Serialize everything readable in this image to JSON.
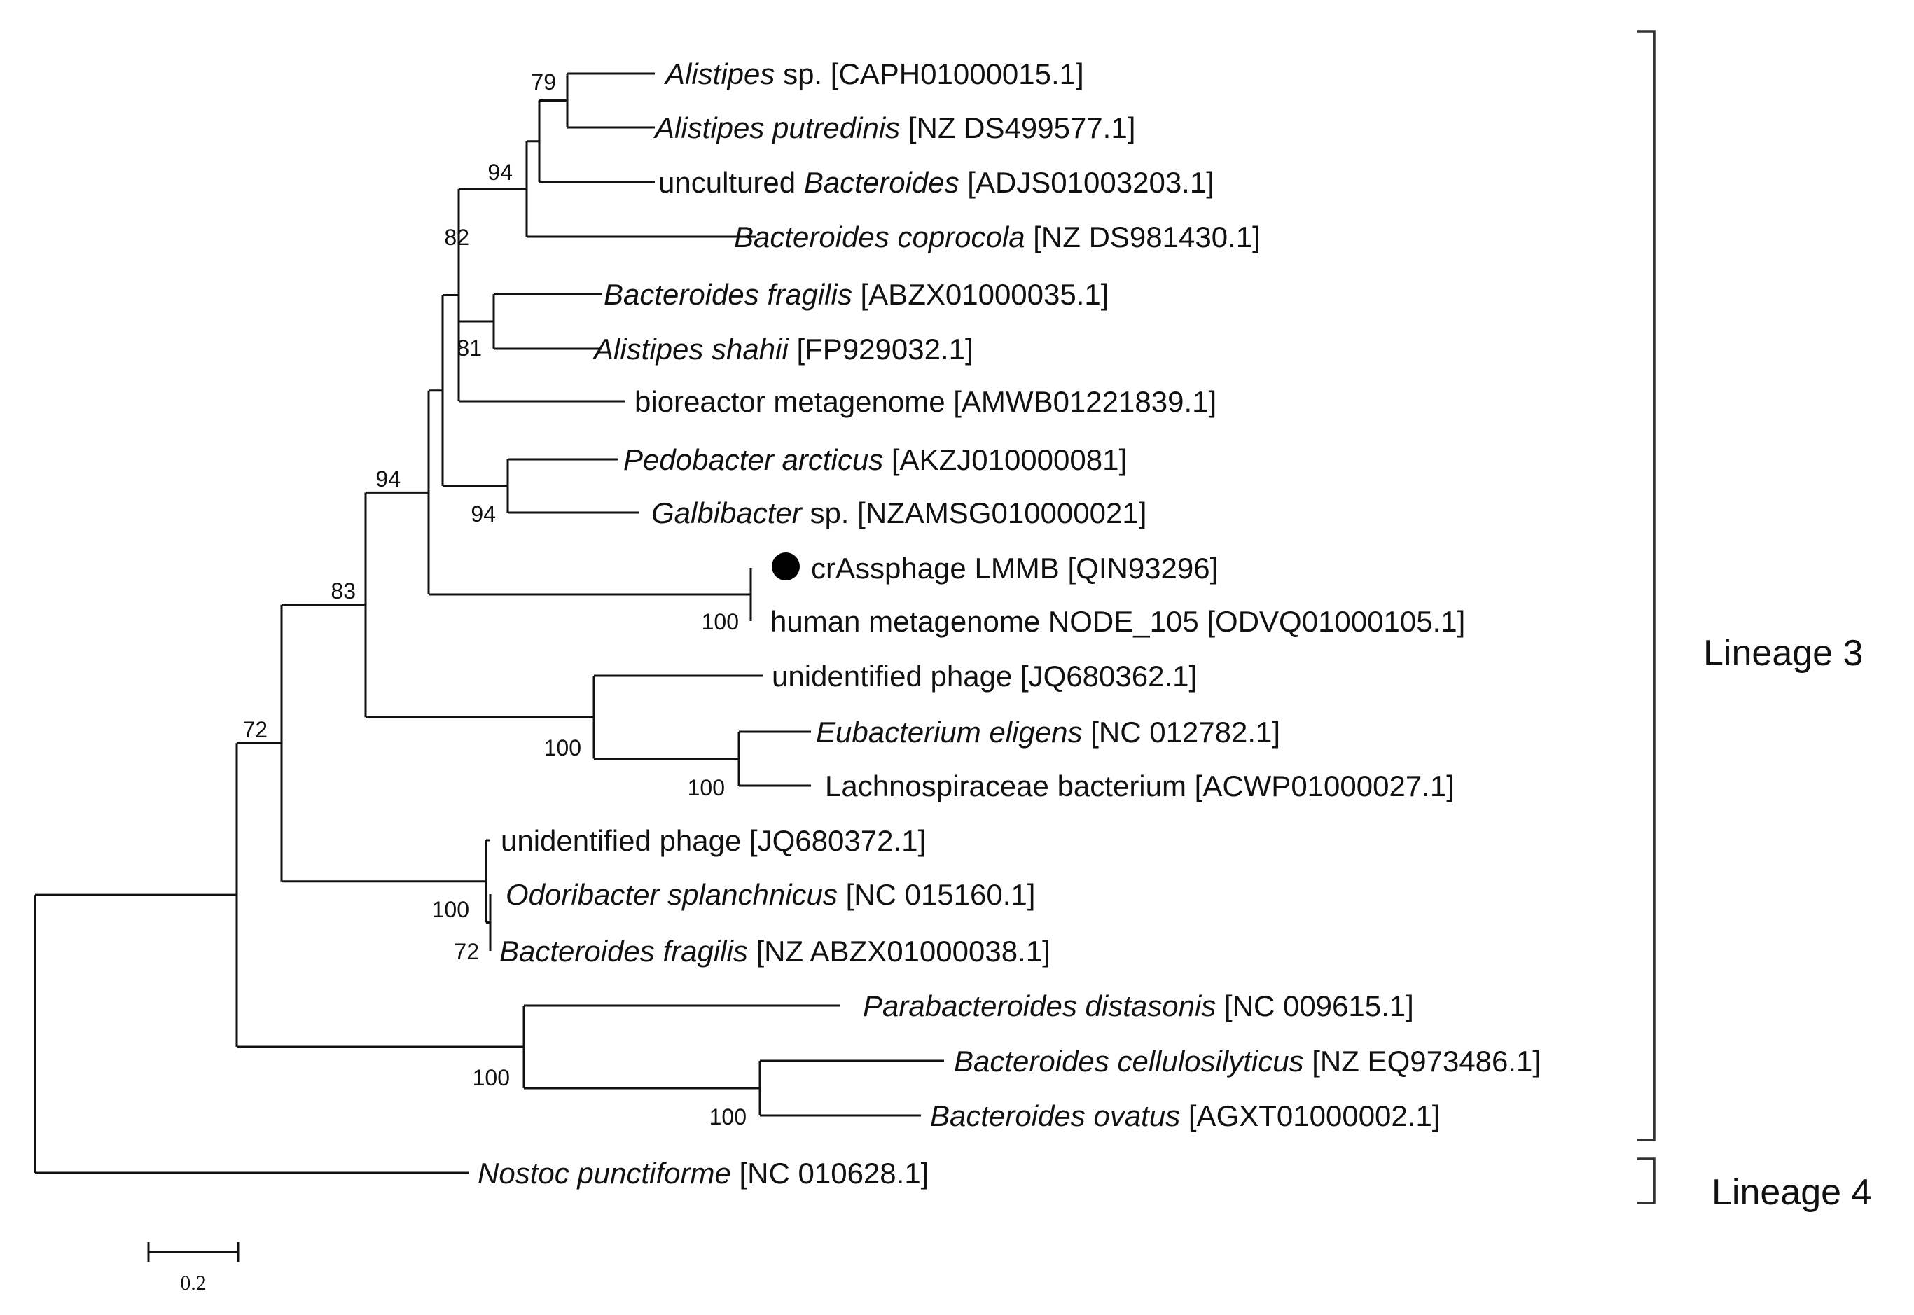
{
  "tree": {
    "leaves": [
      {
        "id": "L0",
        "parts": [
          {
            "t": "Alistipes",
            "i": true
          },
          {
            "t": " sp. [CAPH01000015.1]",
            "i": false
          }
        ]
      },
      {
        "id": "L1",
        "parts": [
          {
            "t": "Alistipes putredinis",
            "i": true
          },
          {
            "t": " [NZ DS499577.1]",
            "i": false
          }
        ]
      },
      {
        "id": "L2",
        "parts": [
          {
            "t": "uncultured ",
            "i": false
          },
          {
            "t": "Bacteroides",
            "i": true
          },
          {
            "t": " [ADJS01003203.1]",
            "i": false
          }
        ]
      },
      {
        "id": "L3",
        "parts": [
          {
            "t": "Bacteroides coprocola",
            "i": true
          },
          {
            "t": " [NZ DS981430.1]",
            "i": false
          }
        ]
      },
      {
        "id": "L4",
        "parts": [
          {
            "t": "Bacteroides fragilis",
            "i": true
          },
          {
            "t": " [ABZX01000035.1]",
            "i": false
          }
        ]
      },
      {
        "id": "L5",
        "parts": [
          {
            "t": "Alistipes shahii",
            "i": true
          },
          {
            "t": " [FP929032.1]",
            "i": false
          }
        ]
      },
      {
        "id": "L6",
        "parts": [
          {
            "t": "bioreactor metagenome [AMWB01221839.1]",
            "i": false
          }
        ]
      },
      {
        "id": "L7",
        "parts": [
          {
            "t": "Pedobacter arcticus",
            "i": true
          },
          {
            "t": " [AKZJ010000081]",
            "i": false
          }
        ]
      },
      {
        "id": "L8",
        "parts": [
          {
            "t": "Galbibacter",
            "i": true
          },
          {
            "t": " sp. [NZAMSG010000021]",
            "i": false
          }
        ]
      },
      {
        "id": "L9",
        "marker": true,
        "parts": [
          {
            "t": "crAssphage LMMB [QIN93296]",
            "i": false
          }
        ]
      },
      {
        "id": "L10",
        "parts": [
          {
            "t": "human metagenome NODE_105 [ODVQ01000105.1]",
            "i": false
          }
        ]
      },
      {
        "id": "L11",
        "parts": [
          {
            "t": "unidentified phage [JQ680362.1]",
            "i": false
          }
        ]
      },
      {
        "id": "L12",
        "parts": [
          {
            "t": "Eubacterium eligens",
            "i": true
          },
          {
            "t": " [NC 012782.1]",
            "i": false
          }
        ]
      },
      {
        "id": "L13",
        "parts": [
          {
            "t": "Lachnospiraceae bacterium [ACWP01000027.1]",
            "i": false
          }
        ]
      },
      {
        "id": "L14",
        "parts": [
          {
            "t": "unidentified phage [JQ680372.1]",
            "i": false
          }
        ]
      },
      {
        "id": "L15",
        "parts": [
          {
            "t": "Odoribacter splanchnicus",
            "i": true
          },
          {
            "t": " [NC 015160.1]",
            "i": false
          }
        ]
      },
      {
        "id": "L16",
        "parts": [
          {
            "t": "Bacteroides fragilis",
            "i": true
          },
          {
            "t": " [NZ ABZX01000038.1]",
            "i": false
          }
        ]
      },
      {
        "id": "L17",
        "parts": [
          {
            "t": "Parabacteroides distasonis",
            "i": true
          },
          {
            "t": " [NC 009615.1]",
            "i": false
          }
        ]
      },
      {
        "id": "L18",
        "parts": [
          {
            "t": "Bacteroides cellulosilyticus",
            "i": true
          },
          {
            "t": " [NZ EQ973486.1]",
            "i": false
          }
        ]
      },
      {
        "id": "L19",
        "parts": [
          {
            "t": "Bacteroides ovatus",
            "i": true
          },
          {
            "t": " [AGXT01000002.1]",
            "i": false
          }
        ]
      },
      {
        "id": "L20",
        "parts": [
          {
            "t": "Nostoc punctiforme",
            "i": true
          },
          {
            "t": " [NC 010628.1]",
            "i": false
          }
        ]
      }
    ],
    "support_values": [
      "79",
      "94",
      "82",
      "81",
      "94",
      "94",
      "100",
      "83",
      "100",
      "100",
      "72",
      "100",
      "72",
      "100",
      "100"
    ],
    "lineages": [
      "Lineage 3",
      "Lineage 4"
    ],
    "scale_bar_label": "0.2"
  }
}
